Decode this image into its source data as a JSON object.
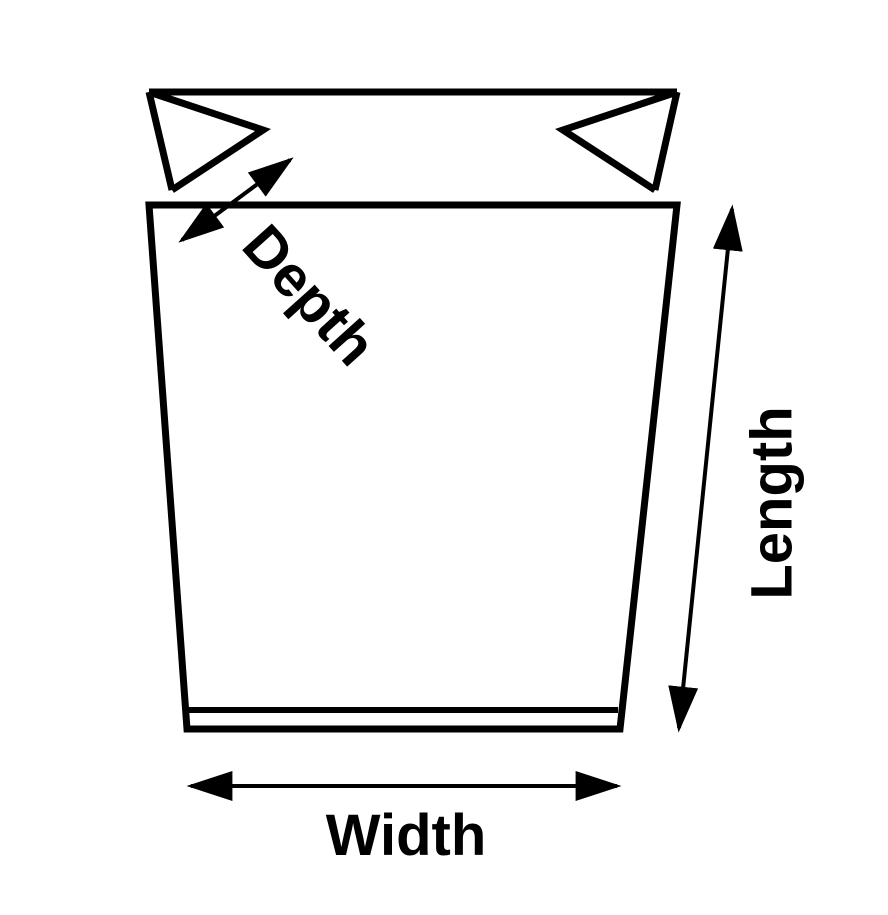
{
  "diagram": {
    "labels": {
      "depth": "Depth",
      "length": "Length",
      "width": "Width"
    },
    "colors": {
      "stroke": "#000000",
      "background": "#ffffff"
    }
  }
}
